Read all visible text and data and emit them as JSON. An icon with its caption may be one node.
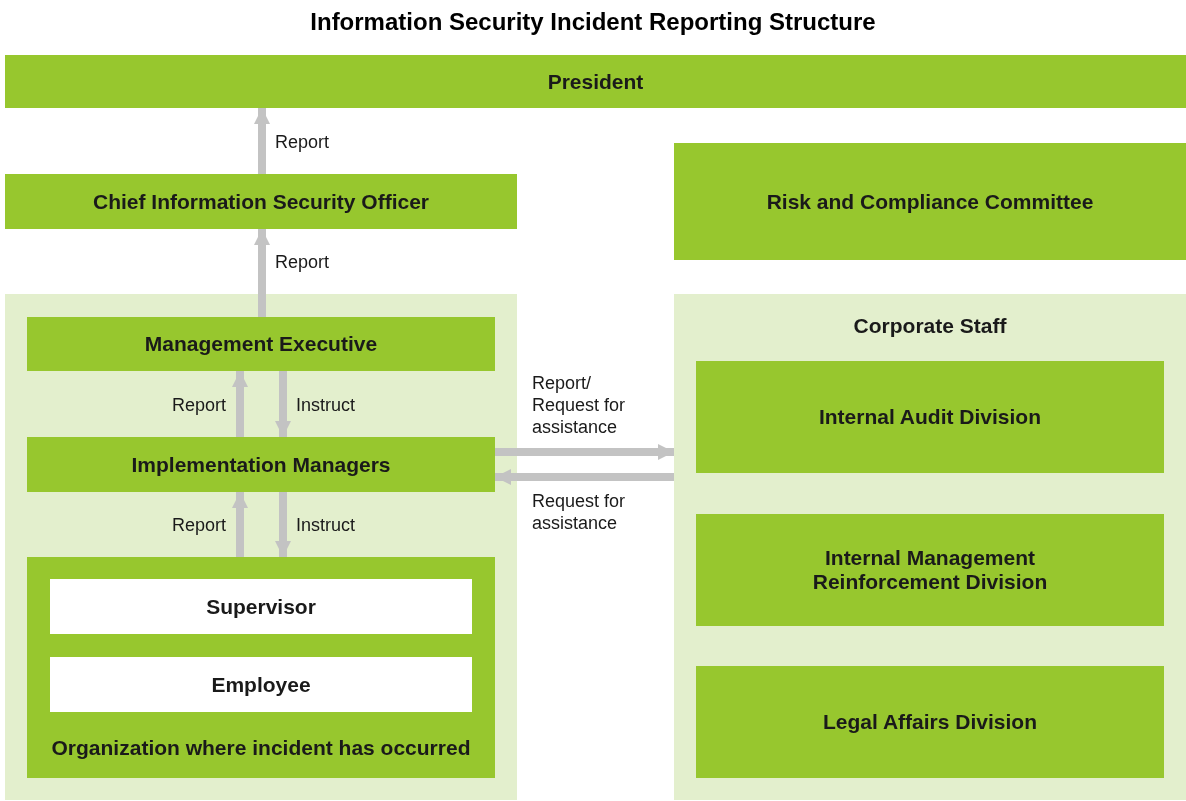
{
  "diagram": {
    "title": "Information Security Incident Reporting Structure",
    "nodes": [
      {
        "text": [
          "President"
        ]
      },
      {
        "text": [
          "Chief Information Security Officer"
        ]
      },
      {
        "text": [
          "Risk and Compliance Committee"
        ]
      },
      {
        "text": [],
        "shape": "box"
      },
      {
        "text": [
          "Management Executive"
        ],
        "in": 3
      },
      {
        "text": [
          "Implementation Managers"
        ],
        "in": 3
      },
      {
        "text": [
          "Organization where incident has occurred"
        ],
        "in": 3
      },
      {
        "text": [
          "Supervisor"
        ],
        "in": 6
      },
      {
        "text": [
          "Employee"
        ],
        "in": 6
      },
      {
        "text": [
          "Corporate Staff"
        ]
      },
      {
        "text": [
          "Internal Audit Division"
        ],
        "in": 9
      },
      {
        "text": [
          "Internal Management Reinforcement Division"
        ],
        "in": 9
      },
      {
        "text": [
          "Legal Affairs Division"
        ],
        "in": 9
      }
    ],
    "edges": [
      {
        "from": 1,
        "to": 0,
        "arrow": "to",
        "label": "Report"
      },
      {
        "from": 4,
        "to": 1,
        "arrow": "to",
        "label": "Report"
      },
      {
        "from": 5,
        "to": 4,
        "arrow": "to",
        "label": "Report"
      },
      {
        "from": 4,
        "to": 5,
        "arrow": "to",
        "label": "Instruct"
      },
      {
        "from": 6,
        "to": 5,
        "arrow": "to",
        "label": "Report"
      },
      {
        "from": 5,
        "to": 6,
        "arrow": "to",
        "label": "Instruct"
      },
      {
        "from": 5,
        "to": 9,
        "arrow": "to",
        "label": "Report/ Request for assistance"
      },
      {
        "from": 9,
        "to": 5,
        "arrow": "to",
        "label": "Request for assistance"
      }
    ]
  }
}
